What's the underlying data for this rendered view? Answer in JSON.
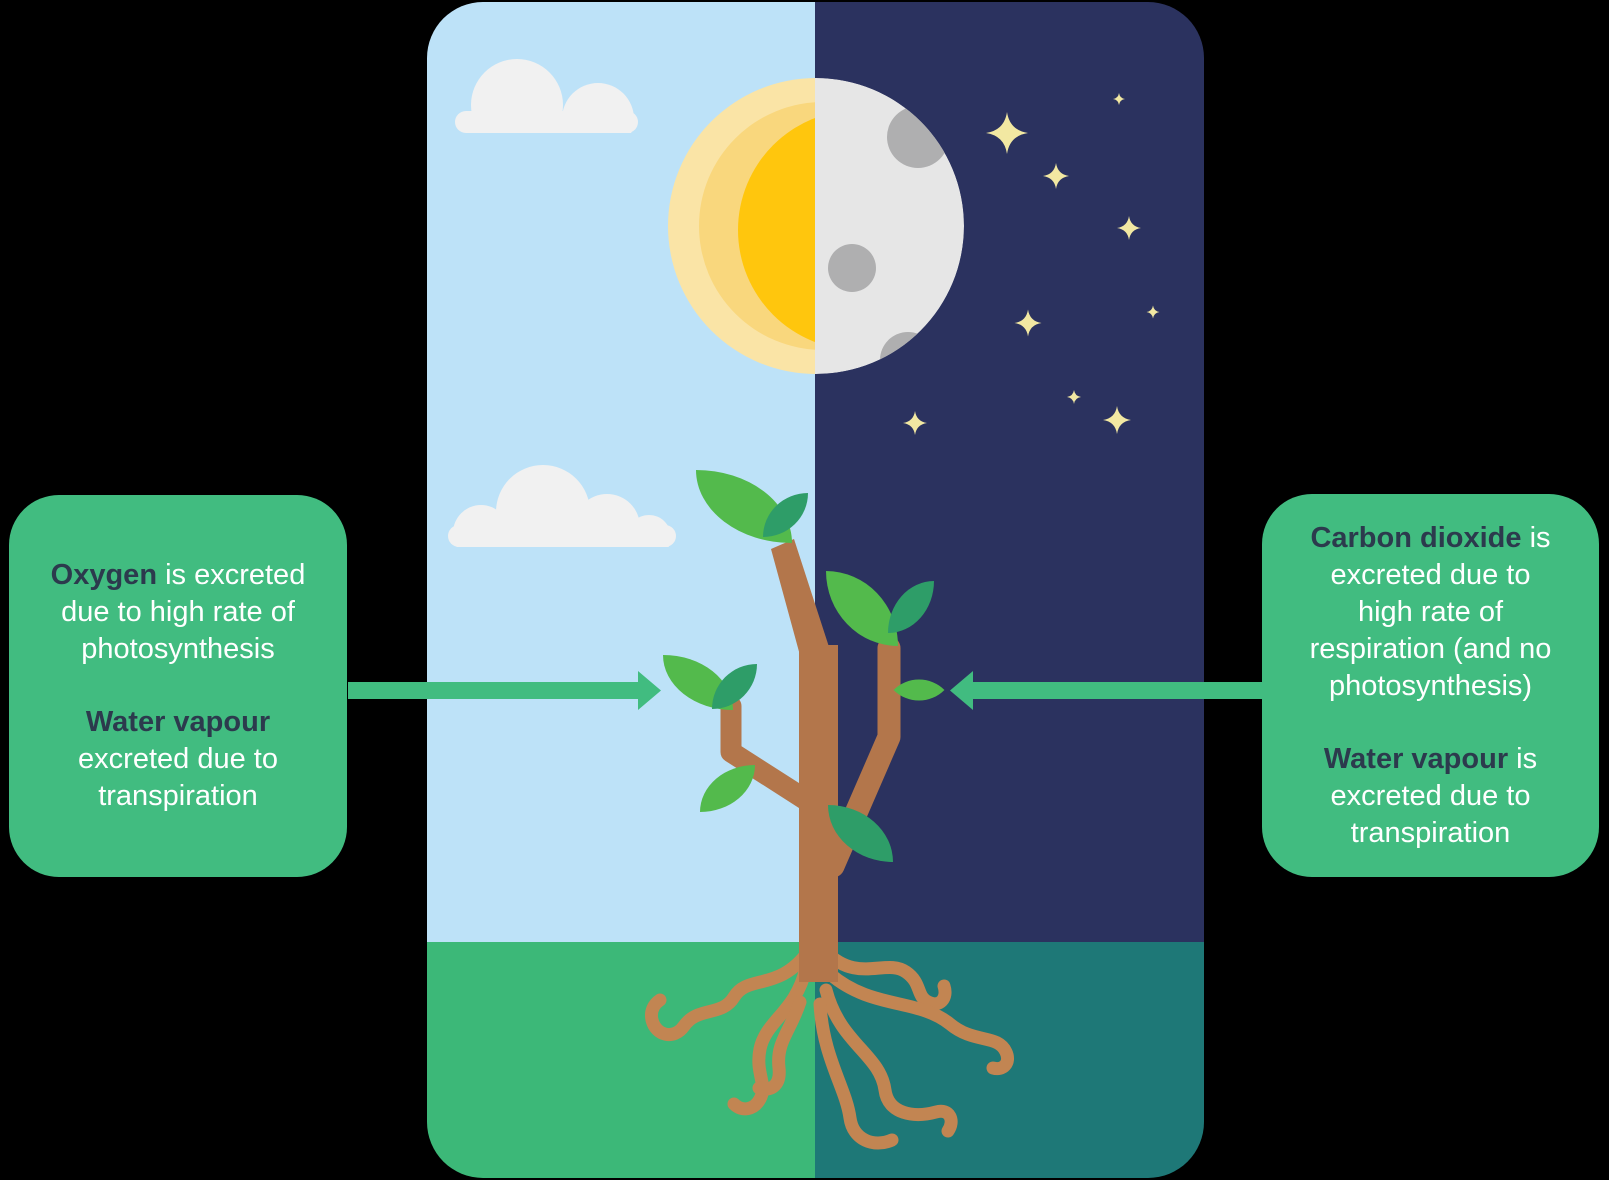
{
  "palette": {
    "background": "#000000",
    "day_sky": "#BDE2F8",
    "night_sky": "#2B325F",
    "day_grass": "#3CB878",
    "night_grass": "#1E7877",
    "callout_green": "#41BC80",
    "sun_core": "#FFC60D",
    "sun_mid": "#F9D77D",
    "sun_outer": "#FAE4A6",
    "moon": "#E6E6E6",
    "moon_crater": "#AFAFB0",
    "star": "#F2E8A2",
    "cloud": "#F1F1F1",
    "trunk": "#B3764B",
    "root": "#C28552",
    "leaf_bright": "#53BA4C",
    "leaf_dark": "#2E9D68",
    "text_dark": "#2C3A4D",
    "text_light": "#FFFFFF"
  },
  "callouts": {
    "left": {
      "paragraphs": [
        {
          "lines": [
            [
              {
                "t": "Oxygen",
                "b": true
              },
              {
                "t": " is excreted",
                "b": false
              }
            ],
            [
              {
                "t": "due to high rate of",
                "b": false
              }
            ],
            [
              {
                "t": "photosynthesis",
                "b": false
              }
            ]
          ]
        },
        {
          "lines": [
            [
              {
                "t": "Water vapour",
                "b": true
              }
            ],
            [
              {
                "t": "excreted due to",
                "b": false
              }
            ],
            [
              {
                "t": "transpiration",
                "b": false
              }
            ]
          ]
        }
      ]
    },
    "right": {
      "paragraphs": [
        {
          "lines": [
            [
              {
                "t": "Carbon dioxide",
                "b": true
              },
              {
                "t": " is",
                "b": false
              }
            ],
            [
              {
                "t": "excreted due to",
                "b": false
              }
            ],
            [
              {
                "t": "high rate of",
                "b": false
              }
            ],
            [
              {
                "t": "respiration (and no",
                "b": false
              }
            ],
            [
              {
                "t": "photosynthesis)",
                "b": false
              }
            ]
          ]
        },
        {
          "lines": [
            [
              {
                "t": "Water vapour",
                "b": true
              },
              {
                "t": " is",
                "b": false
              }
            ],
            [
              {
                "t": "excreted due to",
                "b": false
              }
            ],
            [
              {
                "t": "transpiration",
                "b": false
              }
            ]
          ]
        }
      ]
    }
  }
}
